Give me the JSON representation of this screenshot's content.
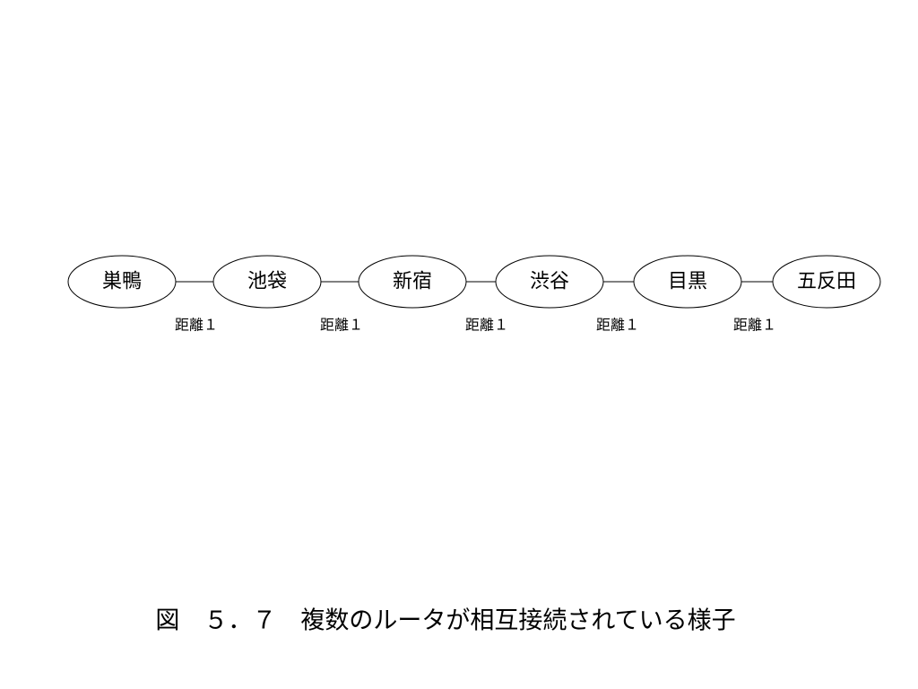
{
  "diagram": {
    "nodes": [
      {
        "id": "sugamo",
        "label": "巣鴨"
      },
      {
        "id": "ikebukuro",
        "label": "池袋"
      },
      {
        "id": "shinjuku",
        "label": "新宿"
      },
      {
        "id": "shibuya",
        "label": "渋谷"
      },
      {
        "id": "meguro",
        "label": "目黒"
      },
      {
        "id": "gotanda",
        "label": "五反田"
      }
    ],
    "edges": [
      {
        "from": "sugamo",
        "to": "ikebukuro",
        "label": "距離１"
      },
      {
        "from": "ikebukuro",
        "to": "shinjuku",
        "label": "距離１"
      },
      {
        "from": "shinjuku",
        "to": "shibuya",
        "label": "距離１"
      },
      {
        "from": "shibuya",
        "to": "meguro",
        "label": "距離１"
      },
      {
        "from": "meguro",
        "to": "gotanda",
        "label": "距離１"
      }
    ],
    "caption": "図　５．７　複数のルータが相互接続されている様子"
  }
}
